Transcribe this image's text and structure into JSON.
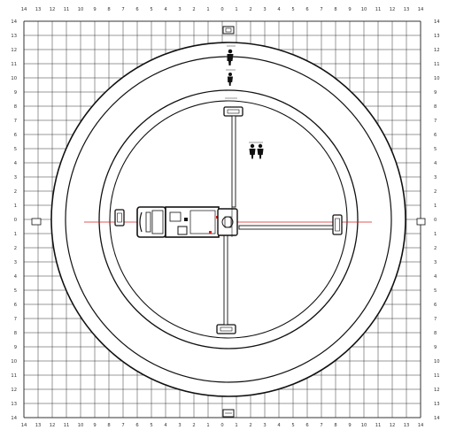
{
  "grid": {
    "x_ticks_top": [
      "14",
      "13",
      "12",
      "11",
      "10",
      "9",
      "8",
      "7",
      "6",
      "5",
      "4",
      "3",
      "2",
      "1",
      "0",
      "1",
      "2",
      "3",
      "4",
      "5",
      "6",
      "7",
      "8",
      "9",
      "10",
      "11",
      "12",
      "13",
      "14"
    ],
    "x_ticks_bottom": [
      "14",
      "13",
      "12",
      "11",
      "10",
      "9",
      "8",
      "7",
      "6",
      "5",
      "4",
      "3",
      "2",
      "1",
      "0",
      "1",
      "2",
      "3",
      "4",
      "5",
      "6",
      "7",
      "8",
      "9",
      "10",
      "11",
      "12",
      "13",
      "14"
    ],
    "y_ticks_left": [
      "14",
      "13",
      "12",
      "11",
      "10",
      "9",
      "8",
      "7",
      "6",
      "5",
      "4",
      "3",
      "2",
      "1",
      "0",
      "1",
      "2",
      "3",
      "4",
      "5",
      "6",
      "7",
      "8",
      "9",
      "10",
      "11",
      "12",
      "13",
      "14"
    ],
    "y_ticks_right": [
      "14",
      "13",
      "12",
      "11",
      "10",
      "9",
      "8",
      "7",
      "6",
      "5",
      "4",
      "3",
      "2",
      "1",
      "0",
      "1",
      "2",
      "3",
      "4",
      "5",
      "6",
      "7",
      "8",
      "9",
      "10",
      "11",
      "12",
      "13",
      "14"
    ]
  },
  "colors": {
    "grid_line": "#333333",
    "ring_stroke": "#111111",
    "centerline": "#d62020",
    "ink": "#1a1a1a",
    "label_fill": "#ffffff"
  },
  "icons": {
    "person": "person-icon",
    "people_group": "people-icon",
    "crane_truck": "crane-truck-icon",
    "outrigger_pad": "outrigger-pad-icon"
  }
}
